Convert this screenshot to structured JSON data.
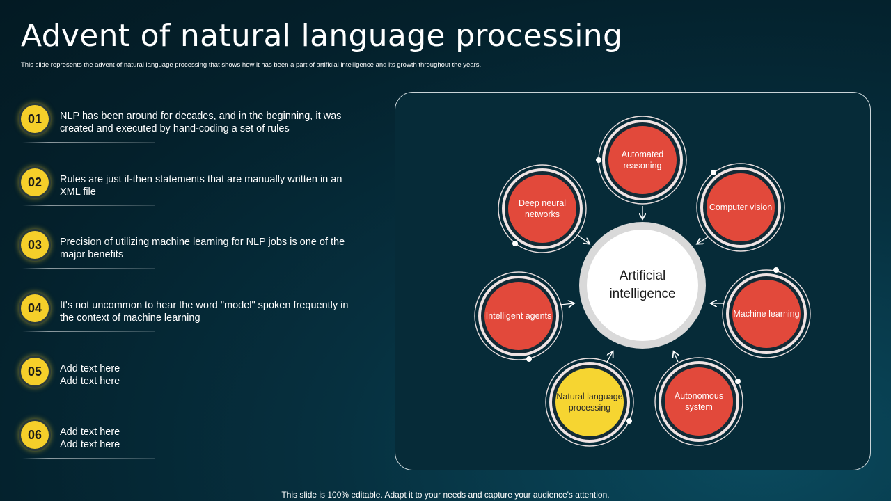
{
  "title": "Advent of natural language processing",
  "subtitle": "This slide represents the advent of natural language processing that shows how it has been a part of artificial intelligence and its growth throughout the years.",
  "points": [
    {
      "num": "01",
      "text": "NLP has been around for decades, and in the beginning, it was created and executed by hand-coding a set of rules"
    },
    {
      "num": "02",
      "text": "Rules are just if-then statements that are manually written in an XML file"
    },
    {
      "num": "03",
      "text": "Precision of utilizing machine learning for NLP jobs is one of the major benefits"
    },
    {
      "num": "04",
      "text": "It's not uncommon to hear the word \"model\" spoken frequently in the context of machine learning"
    },
    {
      "num": "05",
      "text": "Add text here\nAdd text here"
    },
    {
      "num": "06",
      "text": "Add text here\nAdd text here"
    }
  ],
  "diagram": {
    "center": "Artificial intelligence",
    "nodes": [
      {
        "label": "Automated reasoning",
        "color": "#e2493b"
      },
      {
        "label": "Computer vision",
        "color": "#e2493b"
      },
      {
        "label": "Machine learning",
        "color": "#e2493b"
      },
      {
        "label": "Autonomous system",
        "color": "#e2493b"
      },
      {
        "label": "Natural language processing",
        "color": "#f6d531"
      },
      {
        "label": "Intelligent agents",
        "color": "#e2493b"
      },
      {
        "label": "Deep neural networks",
        "color": "#e2493b"
      }
    ]
  },
  "colors": {
    "accent_yellow": "#f5cf2a",
    "node_red": "#e2493b",
    "background": "#04202b"
  },
  "footer": "This slide is 100% editable. Adapt it to your needs and capture your audience's attention."
}
